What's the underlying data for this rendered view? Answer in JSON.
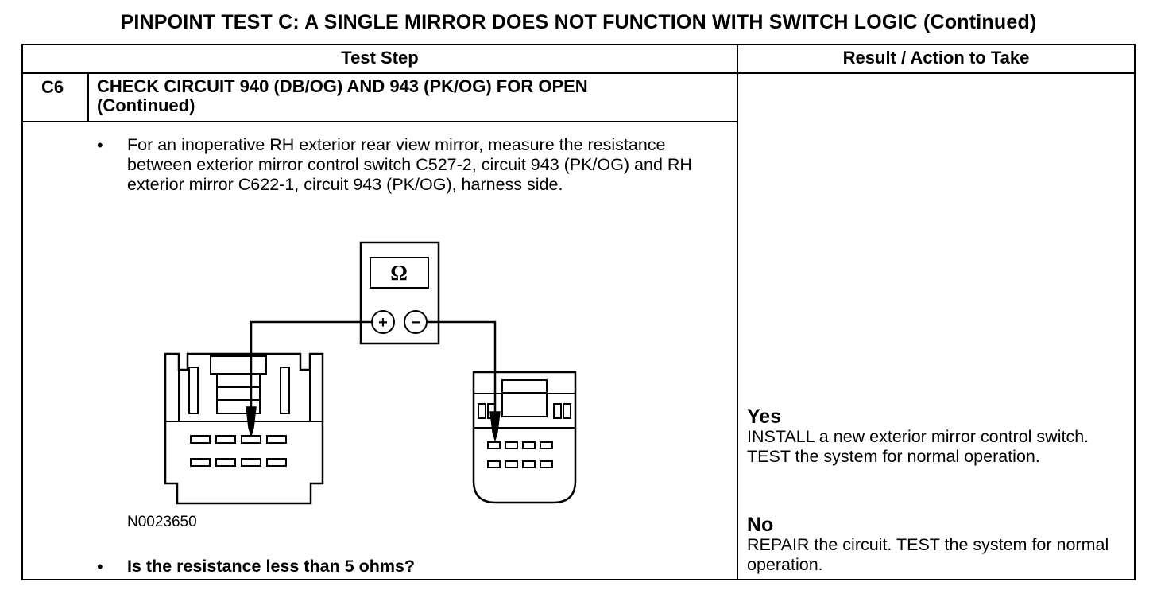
{
  "title": "PINPOINT TEST  C: A SINGLE MIRROR DOES NOT FUNCTION WITH SWITCH LOGIC (Continued)",
  "table": {
    "col_test_step": "Test Step",
    "col_result": "Result / Action to Take"
  },
  "step": {
    "id": "C6",
    "title_line1": "CHECK CIRCUIT 940 (DB/OG) AND 943 (PK/OG) FOR OPEN",
    "title_line2": "(Continued)",
    "bullet_char": "•",
    "instruction": "For an inoperative RH exterior rear view mirror, measure the resistance between exterior mirror control switch C527-2, circuit 943 (PK/OG) and RH exterior mirror C622-1, circuit 943 (PK/OG), harness side.",
    "question": "Is the resistance less than 5 ohms?"
  },
  "figure": {
    "meter_symbol": "Ω",
    "plus_symbol": "+",
    "minus_symbol": "−",
    "figure_id": "N0023650"
  },
  "results": {
    "yes_label": "Yes",
    "yes_action": "INSTALL a new exterior mirror control switch. TEST the system for normal operation.",
    "no_label": "No",
    "no_action": "REPAIR the circuit. TEST the system for normal operation."
  }
}
